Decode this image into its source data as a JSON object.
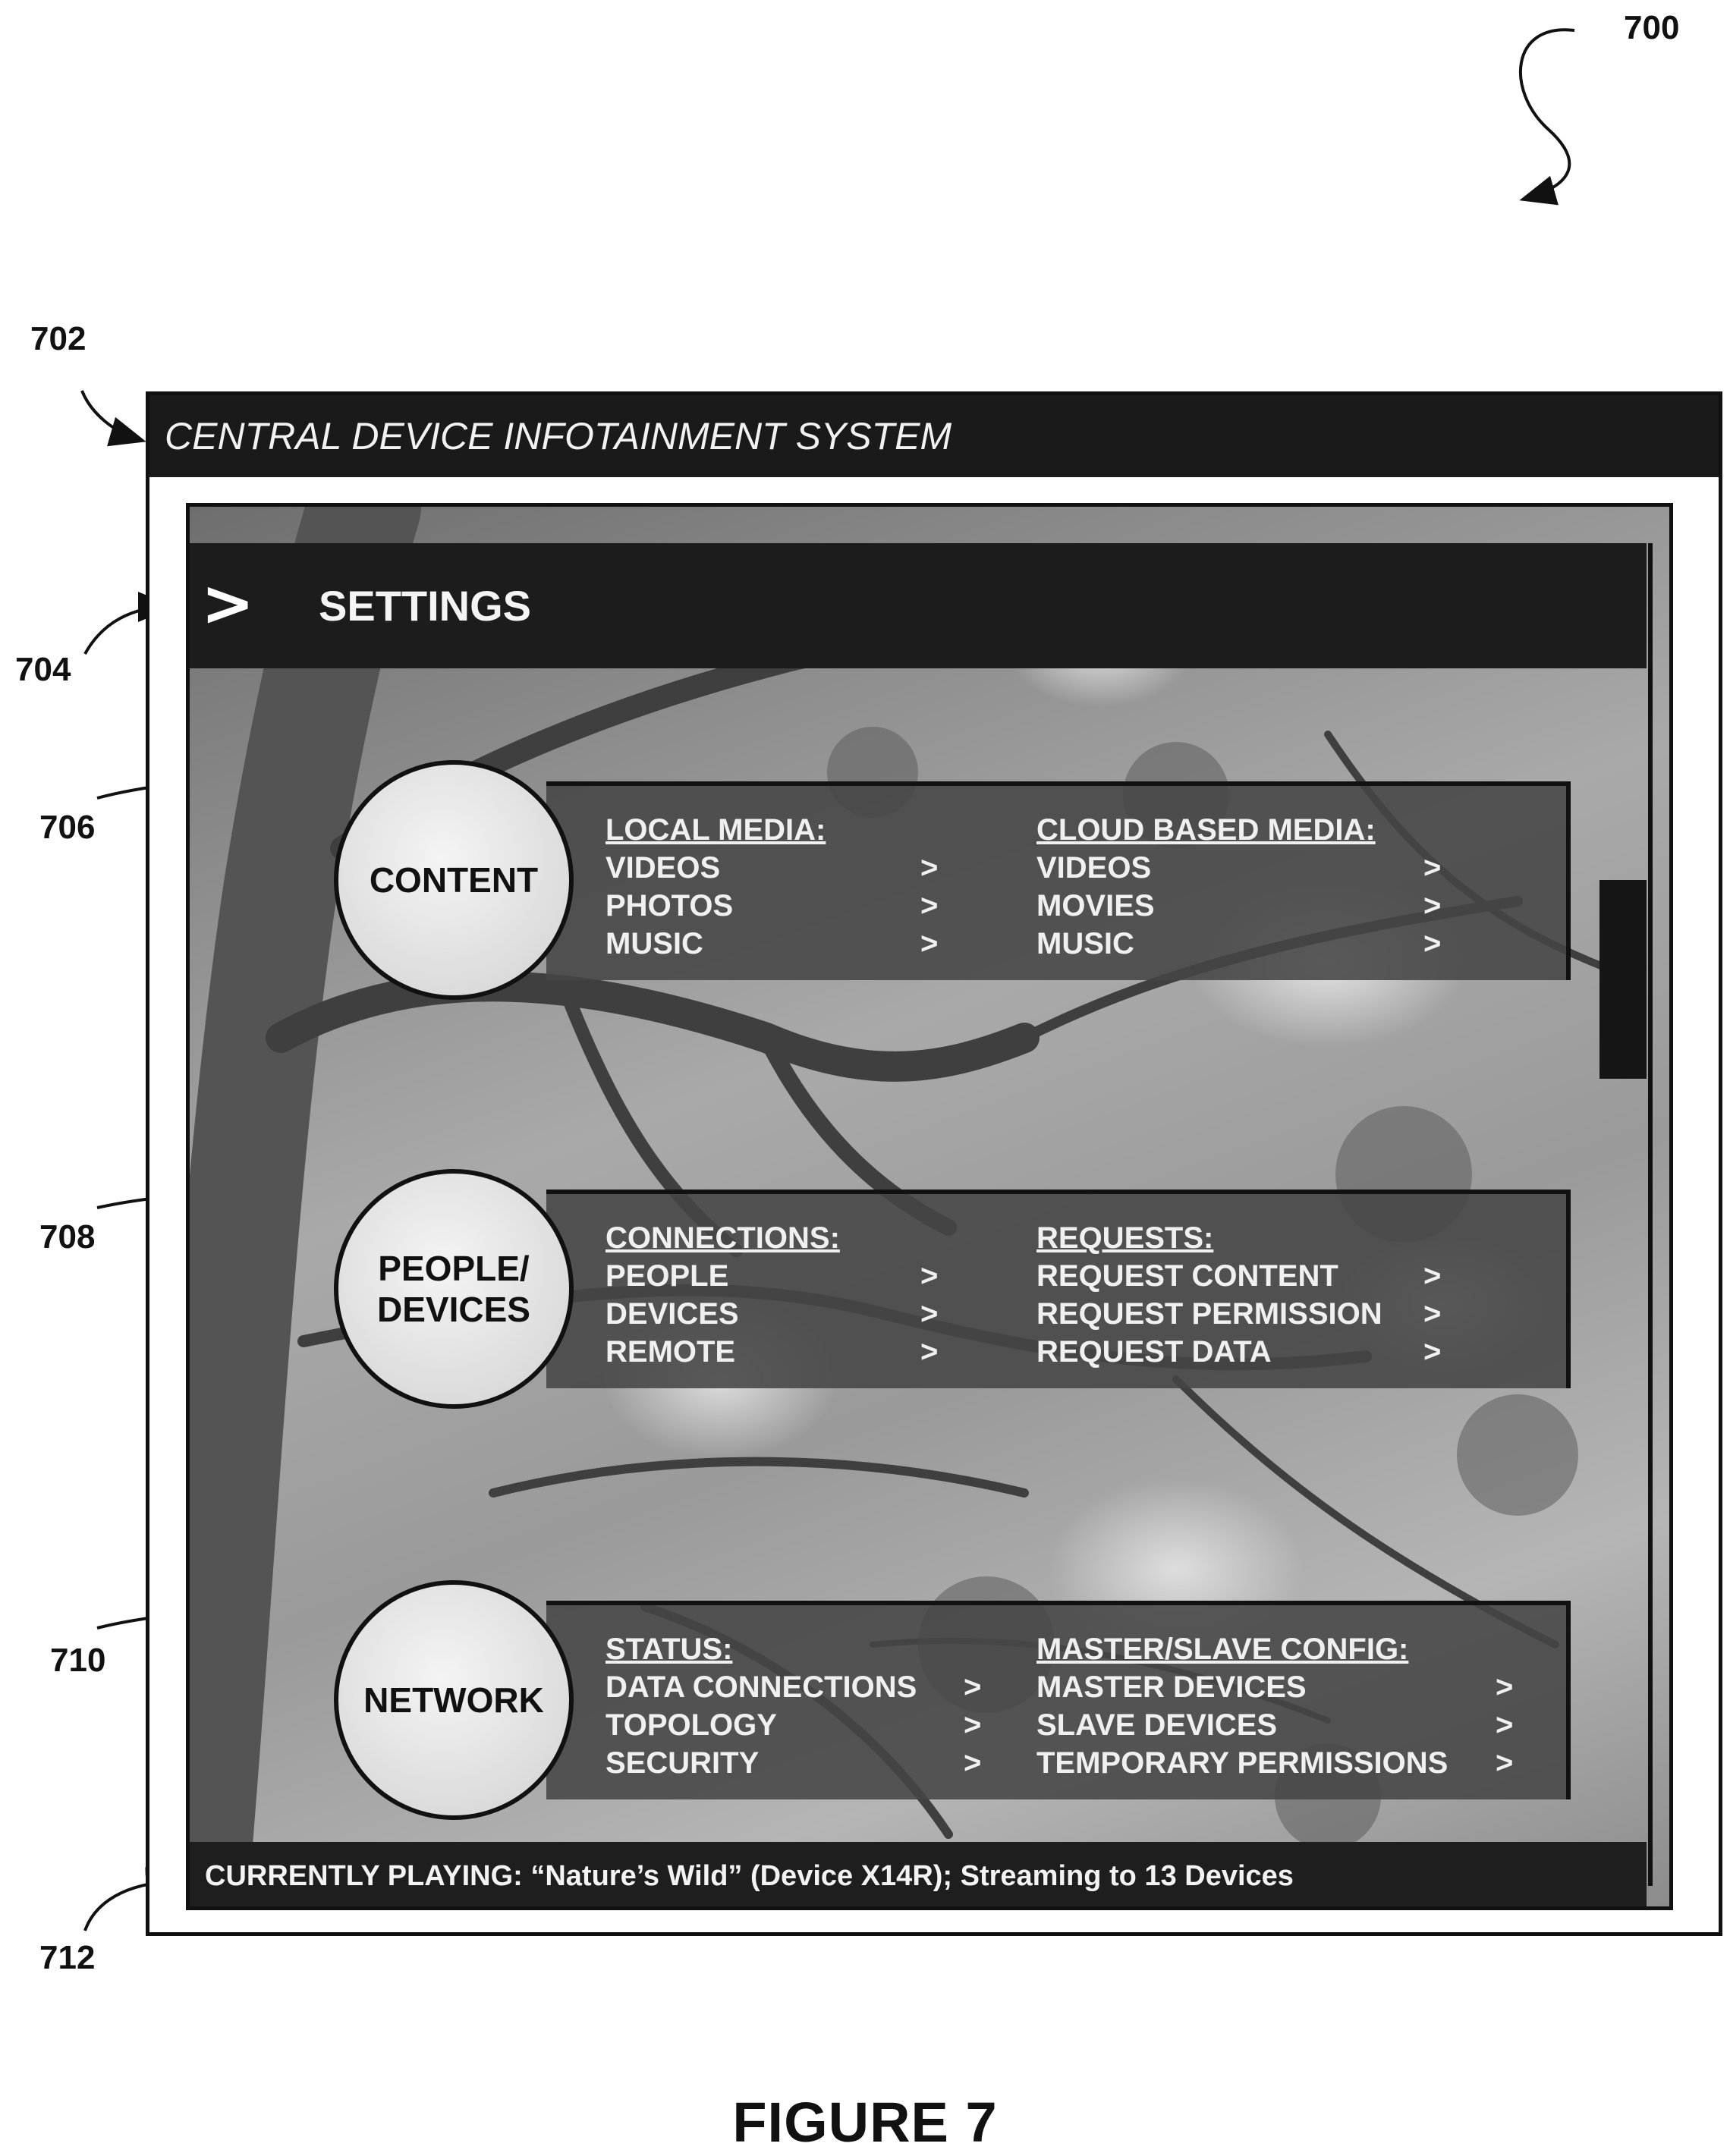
{
  "figure": {
    "caption": "FIGURE 7",
    "refs": {
      "r700": "700",
      "r702": "702",
      "r704": "704",
      "r706": "706",
      "r708": "708",
      "r710": "710",
      "r712": "712"
    }
  },
  "window": {
    "title": "CENTRAL DEVICE INFOTAINMENT SYSTEM"
  },
  "settings": {
    "chevron": ">",
    "title": "SETTINGS"
  },
  "sections": {
    "content": {
      "circle_label": "CONTENT",
      "left": {
        "heading": "LOCAL MEDIA:",
        "items": [
          "VIDEOS",
          "PHOTOS",
          "MUSIC"
        ]
      },
      "right": {
        "heading": "CLOUD BASED MEDIA:",
        "items": [
          "VIDEOS",
          "MOVIES",
          "MUSIC"
        ]
      }
    },
    "people": {
      "circle_label_line1": "PEOPLE/",
      "circle_label_line2": "DEVICES",
      "left": {
        "heading": "CONNECTIONS:",
        "items": [
          "PEOPLE",
          "DEVICES",
          "REMOTE"
        ]
      },
      "right": {
        "heading": "REQUESTS:",
        "items": [
          "REQUEST CONTENT",
          "REQUEST PERMISSION",
          "REQUEST DATA"
        ]
      }
    },
    "network": {
      "circle_label": "NETWORK",
      "left": {
        "heading": "STATUS:",
        "items": [
          "DATA CONNECTIONS",
          "TOPOLOGY",
          "SECURITY"
        ]
      },
      "right": {
        "heading": "MASTER/SLAVE CONFIG:",
        "items": [
          "MASTER DEVICES",
          "SLAVE DEVICES",
          "TEMPORARY PERMISSIONS"
        ]
      }
    }
  },
  "arrow_glyph": ">",
  "now_playing": "CURRENTLY PLAYING: “Nature’s Wild” (Device X14R); Streaming to 13 Devices",
  "icons": [
    "chevron-right-icon"
  ]
}
